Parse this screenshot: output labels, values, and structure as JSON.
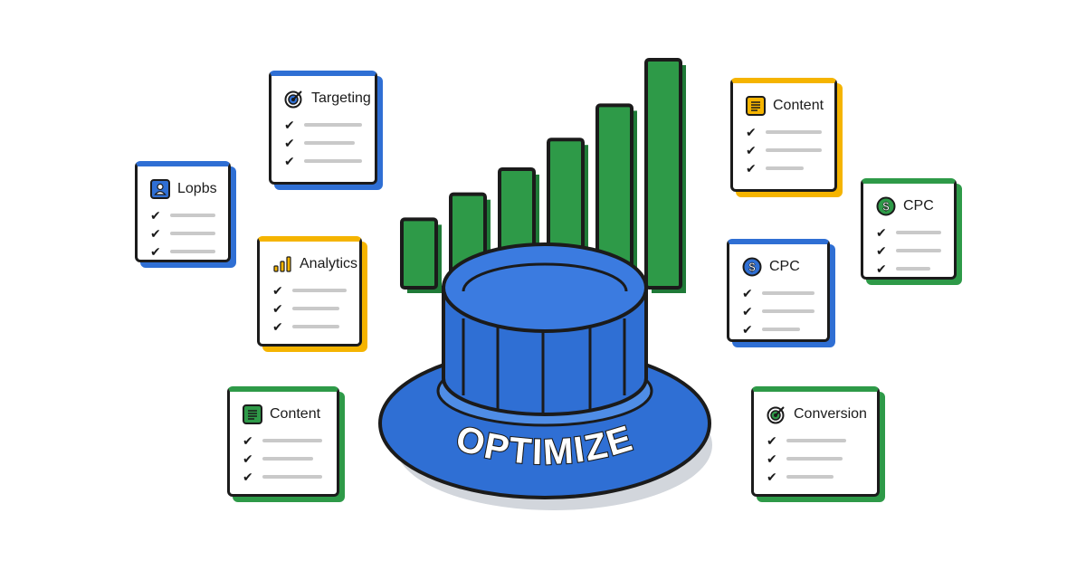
{
  "colors": {
    "blue": "#2f6fd4",
    "dark_blue": "#1a49a8",
    "green": "#2e9a48",
    "yellow": "#f5b400",
    "outline": "#1b1b1b",
    "placeholder": "#c9c9c9"
  },
  "hub": {
    "label": "OPTIMIZE"
  },
  "growth_bars": {
    "levels": [
      0.3,
      0.41,
      0.52,
      0.65,
      0.8,
      1.0
    ]
  },
  "cards": [
    {
      "id": "targeting",
      "title": "Targeting",
      "accent": "#2f6fd4",
      "icon": "target-icon",
      "items": 3
    },
    {
      "id": "lopbs",
      "title": "Lopbs",
      "accent": "#2f6fd4",
      "icon": "person-icon",
      "items": 3
    },
    {
      "id": "analytics",
      "title": "Analytics",
      "accent": "#f5b400",
      "icon": "bar-chart-icon",
      "items": 3
    },
    {
      "id": "content-left",
      "title": "Content",
      "accent": "#2e9a48",
      "icon": "document-icon",
      "items": 3
    },
    {
      "id": "content-right",
      "title": "Content",
      "accent": "#f5b400",
      "icon": "document-icon",
      "items": 3
    },
    {
      "id": "cpc-right",
      "title": "CPC",
      "accent": "#2e9a48",
      "icon": "dollar-icon",
      "items": 3
    },
    {
      "id": "cpc-middle",
      "title": "CPC",
      "accent": "#2f6fd4",
      "icon": "dollar-icon",
      "items": 3
    },
    {
      "id": "conversion",
      "title": "Conversion",
      "accent": "#2e9a48",
      "icon": "target-icon",
      "items": 3
    }
  ]
}
